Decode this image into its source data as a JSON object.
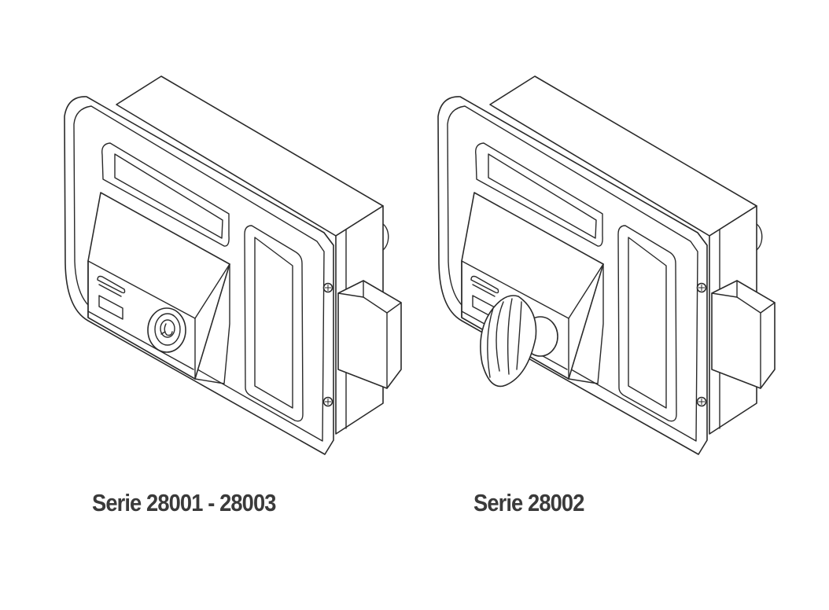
{
  "figure": {
    "items": [
      {
        "id": "lock-key",
        "caption": "Serie 28001 - 28003",
        "actuator_icon": "key-cylinder-icon"
      },
      {
        "id": "lock-knob",
        "caption": "Serie 28002",
        "actuator_icon": "turn-knob-icon"
      }
    ],
    "line_color": "#2a2a2a",
    "background": "#ffffff"
  }
}
